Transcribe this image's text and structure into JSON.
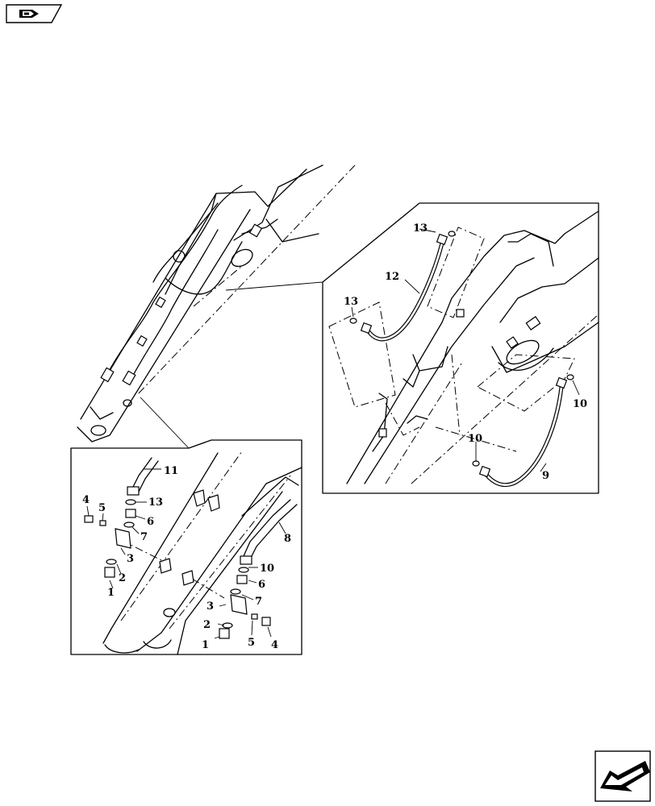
{
  "diagram": {
    "callouts": {
      "c1a": "1",
      "c2a": "2",
      "c3a": "3",
      "c4a": "4",
      "c5a": "5",
      "c6a": "6",
      "c7a": "7",
      "c8": "8",
      "c10a": "10",
      "c11": "11",
      "c13a": "13",
      "c1b": "1",
      "c2b": "2",
      "c3b": "3",
      "c4b": "4",
      "c5b": "5",
      "c6b": "6",
      "c7b": "7",
      "c9": "9",
      "c10b": "10",
      "c10c": "10",
      "c12": "12",
      "c13b": "13",
      "c13c": "13"
    },
    "icons": {
      "top_left": "book-index-icon",
      "bottom_right": "next-page-arrow-icon"
    }
  }
}
